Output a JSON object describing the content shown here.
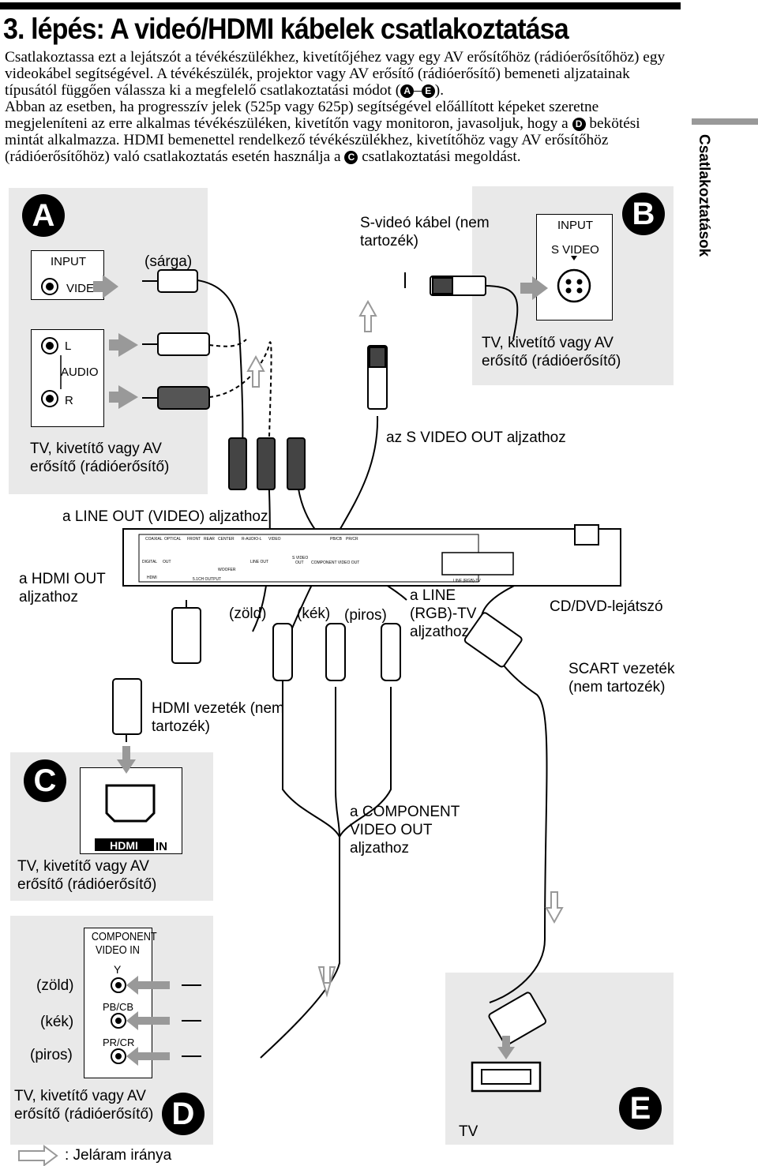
{
  "header": {
    "title": "3. lépés: A videó/HDMI kábelek csatlakoztatása",
    "intro_1": "Csatlakoztassa ezt a lejátszót a tévékészülékhez, kivetítőjéhez vagy egy AV erősítőhöz (rádióerősítőhöz) egy videokábel segítségével. A tévékészülék, projektor vagy AV erősítő (rádióerősítő) bemeneti aljzatainak típusától függően válassza ki a megfelelő csatlakoztatási módot (",
    "intro_1_a": "A",
    "intro_1_dash": "–",
    "intro_1_e": "E",
    "intro_1_end": ").",
    "intro_2a": "Abban az esetben, ha progresszív jelek (525p vagy 625p) segítségével előállított képeket szeretne megjeleníteni az erre alkalmas tévékészüléken, kivetítőn vagy monitoron, javasoljuk, hogy a ",
    "intro_2_d": "D",
    "intro_2b": " bekötési mintát alkalmazza. HDMI bemenettel rendelkező tévékészülékhez, kivetítőhöz vagy AV erősítőhöz (rádióerősítőhöz) való csatlakoztatás esetén használja a ",
    "intro_2_c": "C",
    "intro_2c": " csatlakoztatási megoldást."
  },
  "side_tab": "Csatlakoztatások",
  "panel_a": {
    "letter": "A",
    "input": "INPUT",
    "video": "VIDEO",
    "l": "L",
    "audio": "AUDIO",
    "r": "R",
    "device": "TV, kivetítő vagy AV erősítő (rádióerősítő)",
    "yellow": "(sárga)"
  },
  "panel_b": {
    "letter": "B",
    "input": "INPUT",
    "svideo": "S VIDEO",
    "device": "TV, kivetítő vagy AV erősítő (rádióerősítő)",
    "cable": "S-videó kábel (nem tartozék)",
    "to": "az S VIDEO OUT aljzathoz"
  },
  "labels": {
    "line_out": "a LINE OUT (VIDEO) aljzathoz",
    "hdmi_out": "a HDMI OUT aljzathoz",
    "green": "(zöld)",
    "blue": "(kék)",
    "red": "(piros)",
    "line_rgb": "a LINE (RGB)-TV aljzathoz",
    "player": "CD/DVD-lejátszó",
    "scart": "SCART vezeték (nem tartozék)",
    "hdmi_cable": "HDMI vezeték (nem tartozék)",
    "component_out": "a COMPONENT VIDEO OUT aljzathoz",
    "legend": ": Jeláram iránya"
  },
  "player_panel": {
    "coaxial": "COAXIAL",
    "optical": "OPTICAL",
    "digital": "DIGITAL",
    "out": "OUT",
    "hdmi": "HDMI",
    "front": "FRONT",
    "rear": "REAR",
    "center": "CENTER",
    "woofer": "WOOFER",
    "ch51": "5.1CH OUTPUT",
    "raudio": "R-AUDIO-L",
    "video": "VIDEO",
    "lineout": "LINE OUT",
    "svideo": "S VIDEO",
    "out2": "OUT",
    "component": "COMPONENT VIDEO OUT",
    "pb": "PB/CB",
    "pr": "PR/CR",
    "line_rgb_tv": "LINE (RGB)-TV"
  },
  "panel_c": {
    "letter": "C",
    "hdmi_logo": "HDMI",
    "in": "IN",
    "device": "TV, kivetítő vagy AV erősítő (rádióerősítő)"
  },
  "panel_d": {
    "letter": "D",
    "component": "COMPONENT VIDEO IN",
    "y": "Y",
    "pb": "PB/CB",
    "pr": "PR/CR",
    "green": "(zöld)",
    "blue": "(kék)",
    "red": "(piros)",
    "device": "TV, kivetítő vagy AV erősítő (rádióerősítő)"
  },
  "panel_e": {
    "letter": "E",
    "device": "TV"
  }
}
